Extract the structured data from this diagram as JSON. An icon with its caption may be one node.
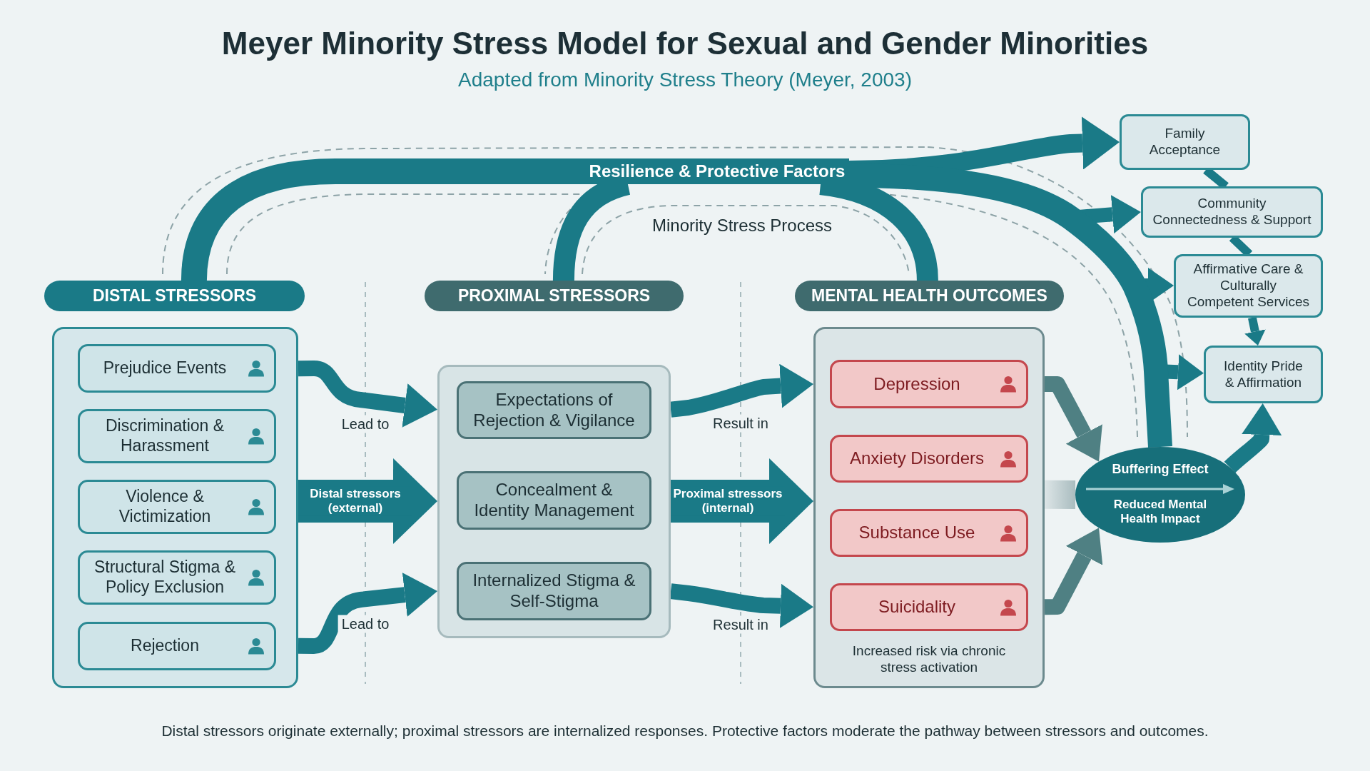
{
  "diagram": {
    "title": "Meyer Minority Stress Model for Sexual and Gender Minorities",
    "caption": "Distal stressors originate externally; proximal stressors are internalized responses. Protective factors moderate the pathway between stressors and outcomes.",
    "nodes": [
      {
        "text": [
          "Family Acceptance"
        ]
      },
      {
        "text": [
          "Resilience & Protective Factors"
        ]
      },
      {
        "text": [
          "Community Connectedness & Support"
        ]
      },
      {
        "text": [
          "Affirmative Care & Culturally Competent Services"
        ]
      },
      {
        "text": [
          "Identity Pride & Affirmation"
        ]
      },
      {
        "text": [
          "DISTAL STRESSORS"
        ]
      },
      {
        "text": [
          "PROXIMAL STRESSORS"
        ]
      },
      {
        "text": [
          "MENTAL HEALTH OUTCOMES"
        ]
      },
      {
        "text": [],
        "shape": "box"
      },
      {
        "text": [
          "Prejudice Events"
        ],
        "in": 8
      },
      {
        "text": [
          "Discrimination & Harassment"
        ],
        "in": 8
      },
      {
        "text": [
          "Violence & Victimization"
        ],
        "in": 8
      },
      {
        "text": [
          "Structural Stigma & Policy Exclusion"
        ],
        "in": 8
      },
      {
        "text": [
          "Rejection"
        ],
        "in": 8
      },
      {
        "text": [],
        "shape": "box"
      },
      {
        "text": [
          "Expectations of Rejection & Vigilance"
        ],
        "in": 14
      },
      {
        "text": [
          "Concealment & Identity Management"
        ],
        "in": 14
      },
      {
        "text": [
          "Internalized Stigma & Self-Stigma"
        ],
        "in": 14
      },
      {
        "text": [
          "Increased risk via chronic stress activation"
        ]
      },
      {
        "text": [
          "Depression"
        ],
        "in": 18
      },
      {
        "text": [
          "Anxiety Disorders"
        ],
        "in": 18
      },
      {
        "text": [
          "Substance Use"
        ],
        "in": 18
      },
      {
        "text": [
          "Suicidality"
        ],
        "in": 18
      },
      {
        "text": [
          "Buffering Effect",
          "Reduced Mental Health Impact"
        ]
      }
    ],
    "edges": [
      {
        "from": 5,
        "to": 1,
        "arrow": "none"
      },
      {
        "from": 6,
        "to": 1,
        "arrow": "none"
      },
      {
        "from": 7,
        "to": 1,
        "arrow": "none"
      },
      {
        "from": 1,
        "to": 0,
        "arrow": "to"
      },
      {
        "from": 1,
        "to": 2,
        "arrow": "to"
      },
      {
        "from": 1,
        "to": 3,
        "arrow": "to"
      },
      {
        "from": 1,
        "to": 4,
        "arrow": "to"
      },
      {
        "from": 1,
        "to": 23,
        "arrow": "none"
      },
      {
        "from": 0,
        "to": 2,
        "arrow": "none"
      },
      {
        "from": 2,
        "to": 3,
        "arrow": "none"
      },
      {
        "from": 3,
        "to": 4,
        "arrow": "to"
      },
      {
        "from": 8,
        "to": 14,
        "arrow": "to",
        "label": "Lead to"
      },
      {
        "from": 8,
        "to": 14,
        "arrow": "to",
        "label": "Distal stressors (external)",
        "style": "thick"
      },
      {
        "from": 8,
        "to": 14,
        "arrow": "to",
        "label": "Lead to"
      },
      {
        "from": 14,
        "to": 18,
        "arrow": "to",
        "label": "Result in"
      },
      {
        "from": 14,
        "to": 18,
        "arrow": "to",
        "label": "Proximal stressors (internal)",
        "style": "thick"
      },
      {
        "from": 14,
        "to": 18,
        "arrow": "to",
        "label": "Result in"
      },
      {
        "from": 18,
        "to": 23,
        "arrow": "to",
        "color": "#4f8083"
      },
      {
        "from": 18,
        "to": 23,
        "arrow": "to",
        "color": "#4f8083"
      },
      {
        "from": 18,
        "to": 23,
        "arrow": "none",
        "style": "thick",
        "color": "#a9bcbf"
      },
      {
        "from": 23,
        "to": 4,
        "arrow": "to"
      }
    ],
    "labels": [
      "Adapted from Minority Stress Theory (Meyer, 2003)",
      "Minority Stress Process"
    ]
  }
}
